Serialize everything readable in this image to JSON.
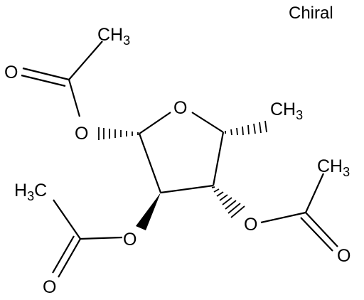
{
  "figure": {
    "chiral_label": "Chiral",
    "line_color": "#000000",
    "background": "#ffffff"
  },
  "atoms": {
    "ring_oxygen": "O",
    "c1_ester_oxygen": "O",
    "c2_ester_oxygen": "O",
    "c3_ester_oxygen": "O",
    "acetyl1_carbonyl_oxygen": "O",
    "acetyl2_carbonyl_oxygen": "O",
    "acetyl3_carbonyl_oxygen": "O",
    "c4_methyl": {
      "main": "CH",
      "sub": "3"
    },
    "acetyl1_methyl": {
      "main": "CH",
      "sub": "3"
    },
    "acetyl2_methyl": {
      "pre": "H",
      "sub": "3",
      "main": "C"
    },
    "acetyl3_methyl": {
      "main": "CH",
      "sub": "3"
    }
  }
}
